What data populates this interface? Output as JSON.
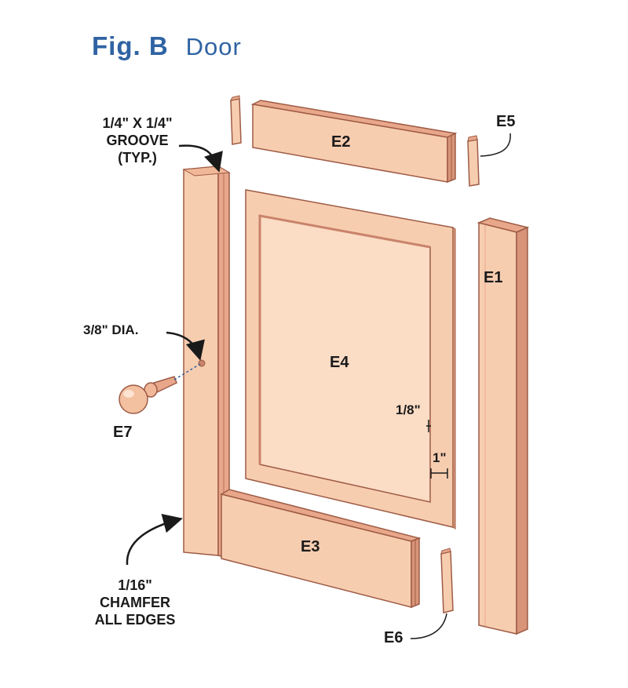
{
  "title": {
    "fig": "Fig. B",
    "name": "Door"
  },
  "parts": {
    "e1": "E1",
    "e2": "E2",
    "e3": "E3",
    "e4": "E4",
    "e5": "E5",
    "e6": "E6",
    "e7": "E7"
  },
  "callouts": {
    "groove": [
      "1/4\" X 1/4\"",
      "GROOVE",
      "(TYP.)"
    ],
    "dia": "3/8\" DIA.",
    "chamfer": [
      "1/16\"",
      "CHAMFER",
      "ALL EDGES"
    ],
    "reveal": "1/8\"",
    "border": "1\""
  },
  "colors": {
    "title": "#2f63a3",
    "wood_face": "#f7cdb0",
    "wood_side": "#e8a78a",
    "wood_edge": "#c9836a",
    "outline": "#9e5b45"
  }
}
